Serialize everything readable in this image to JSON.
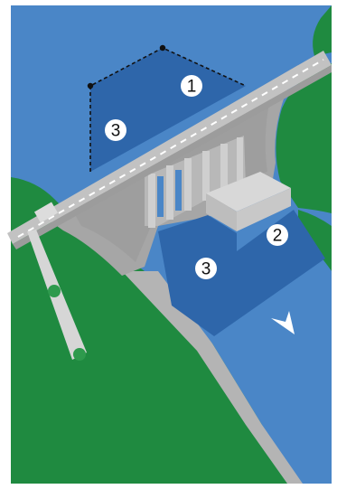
{
  "diagram": {
    "labels": [
      {
        "id": "area-1",
        "text": "1"
      },
      {
        "id": "area-3-upper",
        "text": "3"
      },
      {
        "id": "area-2",
        "text": "2"
      },
      {
        "id": "area-3-lower",
        "text": "3"
      }
    ],
    "colors": {
      "reservoir": "#4a86c7",
      "river": "#4a86c7",
      "highlight": "#2e66aa",
      "grass": "#1f8a40",
      "concrete": "#a6a6a6",
      "road": "#c2c2c2",
      "frame": "#ffffff"
    },
    "icons": [
      "flow-arrow-icon"
    ]
  }
}
